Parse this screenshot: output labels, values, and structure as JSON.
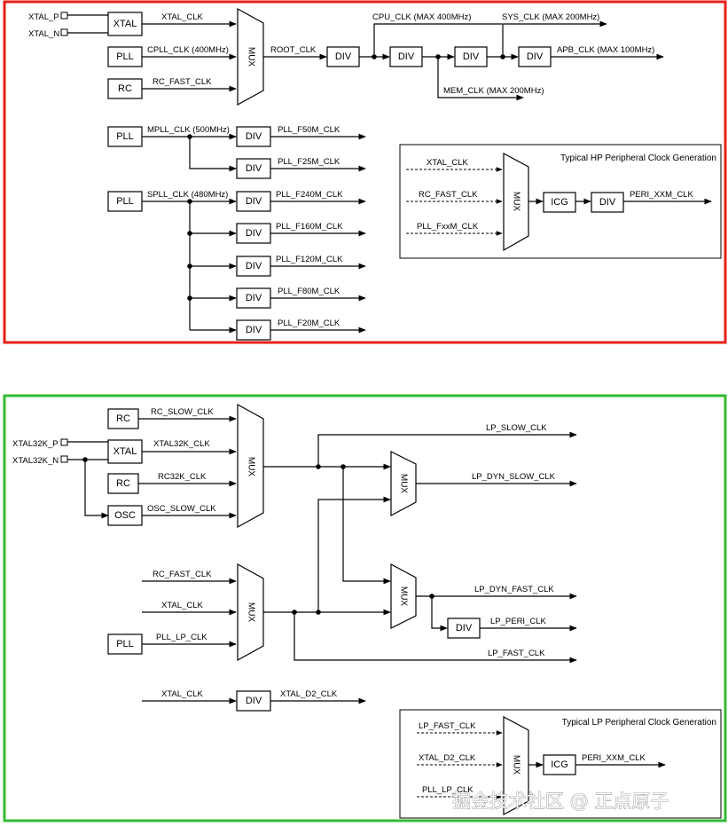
{
  "colors": {
    "hp_frame": "#e62117",
    "lp_frame": "#33bb33",
    "watermark": "#ffffff"
  },
  "hp": {
    "pins": {
      "xtal_p": "XTAL_P",
      "xtal_n": "XTAL_N"
    },
    "boxes": {
      "xtal": "XTAL",
      "pll": "PLL",
      "rc": "RC",
      "div": "DIV",
      "mux": "MUX"
    },
    "signals": {
      "xtal_clk": "XTAL_CLK",
      "cpll_clk": "CPLL_CLK (400MHz)",
      "rc_fast_clk": "RC_FAST_CLK",
      "root_clk": "ROOT_CLK",
      "cpu_clk": "CPU_CLK (MAX 400MHz)",
      "sys_clk": "SYS_CLK (MAX 200MHz)",
      "apb_clk": "APB_CLK (MAX 100MHz)",
      "mem_clk": "MEM_CLK (MAX 200MHz)",
      "mpll_clk": "MPLL_CLK (500MHz)",
      "pll_f50m": "PLL_F50M_CLK",
      "pll_f25m": "PLL_F25M_CLK",
      "spll_clk": "SPLL_CLK (480MHz)",
      "pll_f240m": "PLL_F240M_CLK",
      "pll_f160m": "PLL_F160M_CLK",
      "pll_f120m": "PLL_F120M_CLK",
      "pll_f80m": "PLL_F80M_CLK",
      "pll_f20m": "PLL_F20M_CLK"
    },
    "typical": {
      "title": "Typical HP Peripheral Clock Generation",
      "in1": "XTAL_CLK",
      "in2": "RC_FAST_CLK",
      "in3": "PLL_FxxM_CLK",
      "mux": "MUX",
      "icg": "ICG",
      "div": "DIV",
      "out": "PERI_XXM_CLK"
    }
  },
  "lp": {
    "pins": {
      "xtal32k_p": "XTAL32K_P",
      "xtal32k_n": "XTAL32K_N"
    },
    "boxes": {
      "rc": "RC",
      "xtal": "XTAL",
      "osc": "OSC",
      "pll": "PLL",
      "div": "DIV",
      "mux": "MUX"
    },
    "signals": {
      "rc_slow_clk": "RC_SLOW_CLK",
      "xtal32k_clk": "XTAL32K_CLK",
      "rc32k_clk": "RC32K_CLK",
      "osc_slow_clk": "OSC_SLOW_CLK",
      "lp_slow_clk": "LP_SLOW_CLK",
      "lp_dyn_slow_clk": "LP_DYN_SLOW_CLK",
      "rc_fast_clk": "RC_FAST_CLK",
      "xtal_clk": "XTAL_CLK",
      "pll_lp_clk": "PLL_LP_CLK",
      "lp_dyn_fast_clk": "LP_DYN_FAST_CLK",
      "lp_peri_clk": "LP_PERI_CLK",
      "lp_fast_clk": "LP_FAST_CLK",
      "xtal_clk2": "XTAL_CLK",
      "xtal_d2_clk": "XTAL_D2_CLK"
    },
    "typical": {
      "title": "Typical LP Peripheral Clock Generation",
      "in1": "LP_FAST_CLK",
      "in2": "XTAL_D2_CLK",
      "in3": "PLL_LP_CLK",
      "mux": "MUX",
      "icg": "ICG",
      "out": "PERI_XXM_CLK"
    }
  },
  "watermark": "掘金技术社区 @ 正点原子"
}
